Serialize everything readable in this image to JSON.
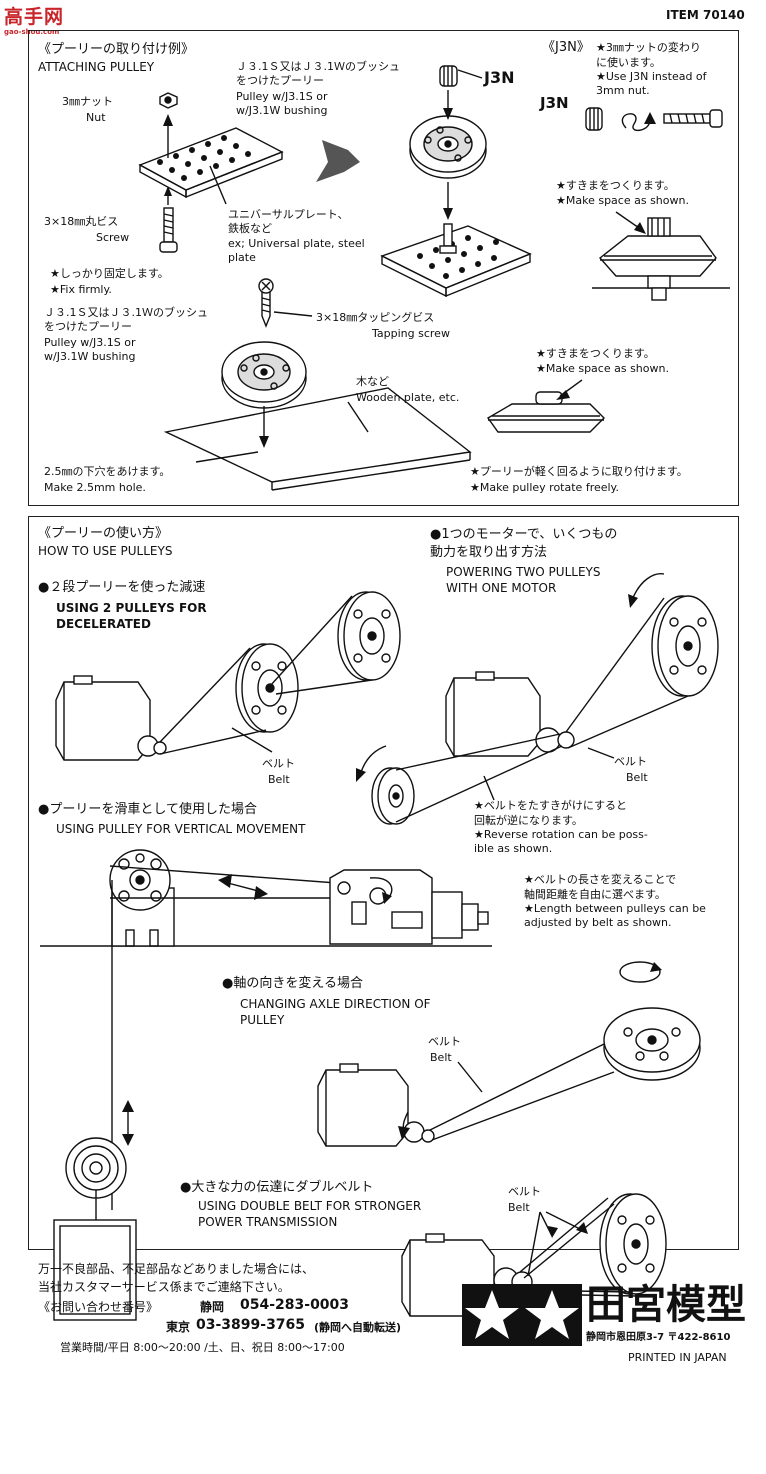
{
  "header": {
    "watermark_chars": "高手网",
    "watermark_url": "gao-shou.com",
    "item_number": "ITEM 70140"
  },
  "attaching": {
    "title_jp": "《プーリーの取り付け例》",
    "title_en": "ATTACHING PULLEY",
    "nut_jp": "3㎜ナット",
    "nut_en": "Nut",
    "pulley_bushing_jp": "Ｊ３.1Ｓ又はＪ３.1Ｗのブッシュ\nをつけたプーリー",
    "pulley_bushing_en": "Pulley w/J3.1S or\nw/J3.1W bushing",
    "j3n_label": "J3N",
    "plate_jp": "ユニバーサルプレート、\n鉄板など",
    "plate_en": "ex; Universal plate, steel\nplate",
    "screw_jp": "3×18㎜丸ビス",
    "screw_en": "Screw",
    "fix_jp": "★しっかり固定します。",
    "fix_en": "★Fix firmly.",
    "pulley2_jp": "Ｊ３.1Ｓ又はＪ３.1Ｗのブッシュ\nをつけたプーリー",
    "pulley2_en": "Pulley w/J3.1S or\nw/J3.1W bushing",
    "tapping_jp": "3×18㎜タッピングビス",
    "tapping_en": "Tapping screw",
    "wood_jp": "木など",
    "wood_en": "Wooden plate, etc.",
    "hole_jp": "2.5㎜の下穴をあけます。",
    "hole_en": "Make 2.5mm hole."
  },
  "j3n": {
    "title": "《J3N》",
    "note_jp": "★3㎜ナットの変わり\nに使います。",
    "note_en": "★Use J3N instead of\n3mm nut.",
    "j3n_label": "J3N",
    "space1_jp": "★すきまをつくります。",
    "space1_en": "★Make space as shown.",
    "space2_jp": "★すきまをつくります。",
    "space2_en": "★Make space as shown.",
    "rotate_jp": "★プーリーが軽く回るように取り付けます。",
    "rotate_en": "★Make pulley rotate freely."
  },
  "howto": {
    "title_jp": "《プーリーの使い方》",
    "title_en": "HOW TO USE PULLEYS",
    "decel_jp": "●２段プーリーを使った減速",
    "decel_en": "USING 2 PULLEYS FOR\nDECELERATED",
    "belt_jp_1": "ベルト",
    "belt_en_1": "Belt",
    "two_jp": "●1つのモーターで、いくつもの\n動力を取り出す方法",
    "two_en": "POWERING TWO PULLEYS\nWITH ONE MOTOR",
    "belt_jp_2": "ベルト",
    "belt_en_2": "Belt",
    "reverse_jp": "★ベルトをたすきがけにすると\n回転が逆になります。",
    "reverse_en": "★Reverse rotation can be poss-\nible as shown.",
    "vertical_jp": "●プーリーを滑車として使用した場合",
    "vertical_en": "USING PULLEY FOR VERTICAL MOVEMENT",
    "length_jp": "★ベルトの長さを変えることで\n軸間距離を自由に選べます。",
    "length_en": "★Length between pulleys can be\nadjusted by belt as shown.",
    "axle_jp": "●軸の向きを変える場合",
    "axle_en": "CHANGING AXLE DIRECTION OF\nPULLEY",
    "belt_jp_3": "ベルト",
    "belt_en_3": "Belt",
    "double_jp": "●大きな力の伝達にダブルベルト",
    "double_en": "USING DOUBLE BELT FOR STRONGER\nPOWER TRANSMISSION",
    "belt_jp_4": "ベルト",
    "belt_en_4": "Belt"
  },
  "footer": {
    "defect_line1": "万一不良部品、不足部品などありました場合には、",
    "defect_line2": "当社カスタマーサービス係までご連絡下さい。",
    "contact_label": "《お問い合わせ番号》",
    "shizuoka_label": "静岡",
    "shizuoka_phone": "054-283-0003",
    "tokyo_label": "東京",
    "tokyo_phone": "03-3899-3765",
    "tokyo_note": "(静岡へ自動転送)",
    "hours": "営業時間/平日 8:00～20:00 /土、日、祝日 8:00～17:00",
    "company_name": "田宮模型",
    "address": "静岡市恩田原3-7 〒422-8610",
    "printed": "PRINTED IN JAPAN"
  }
}
